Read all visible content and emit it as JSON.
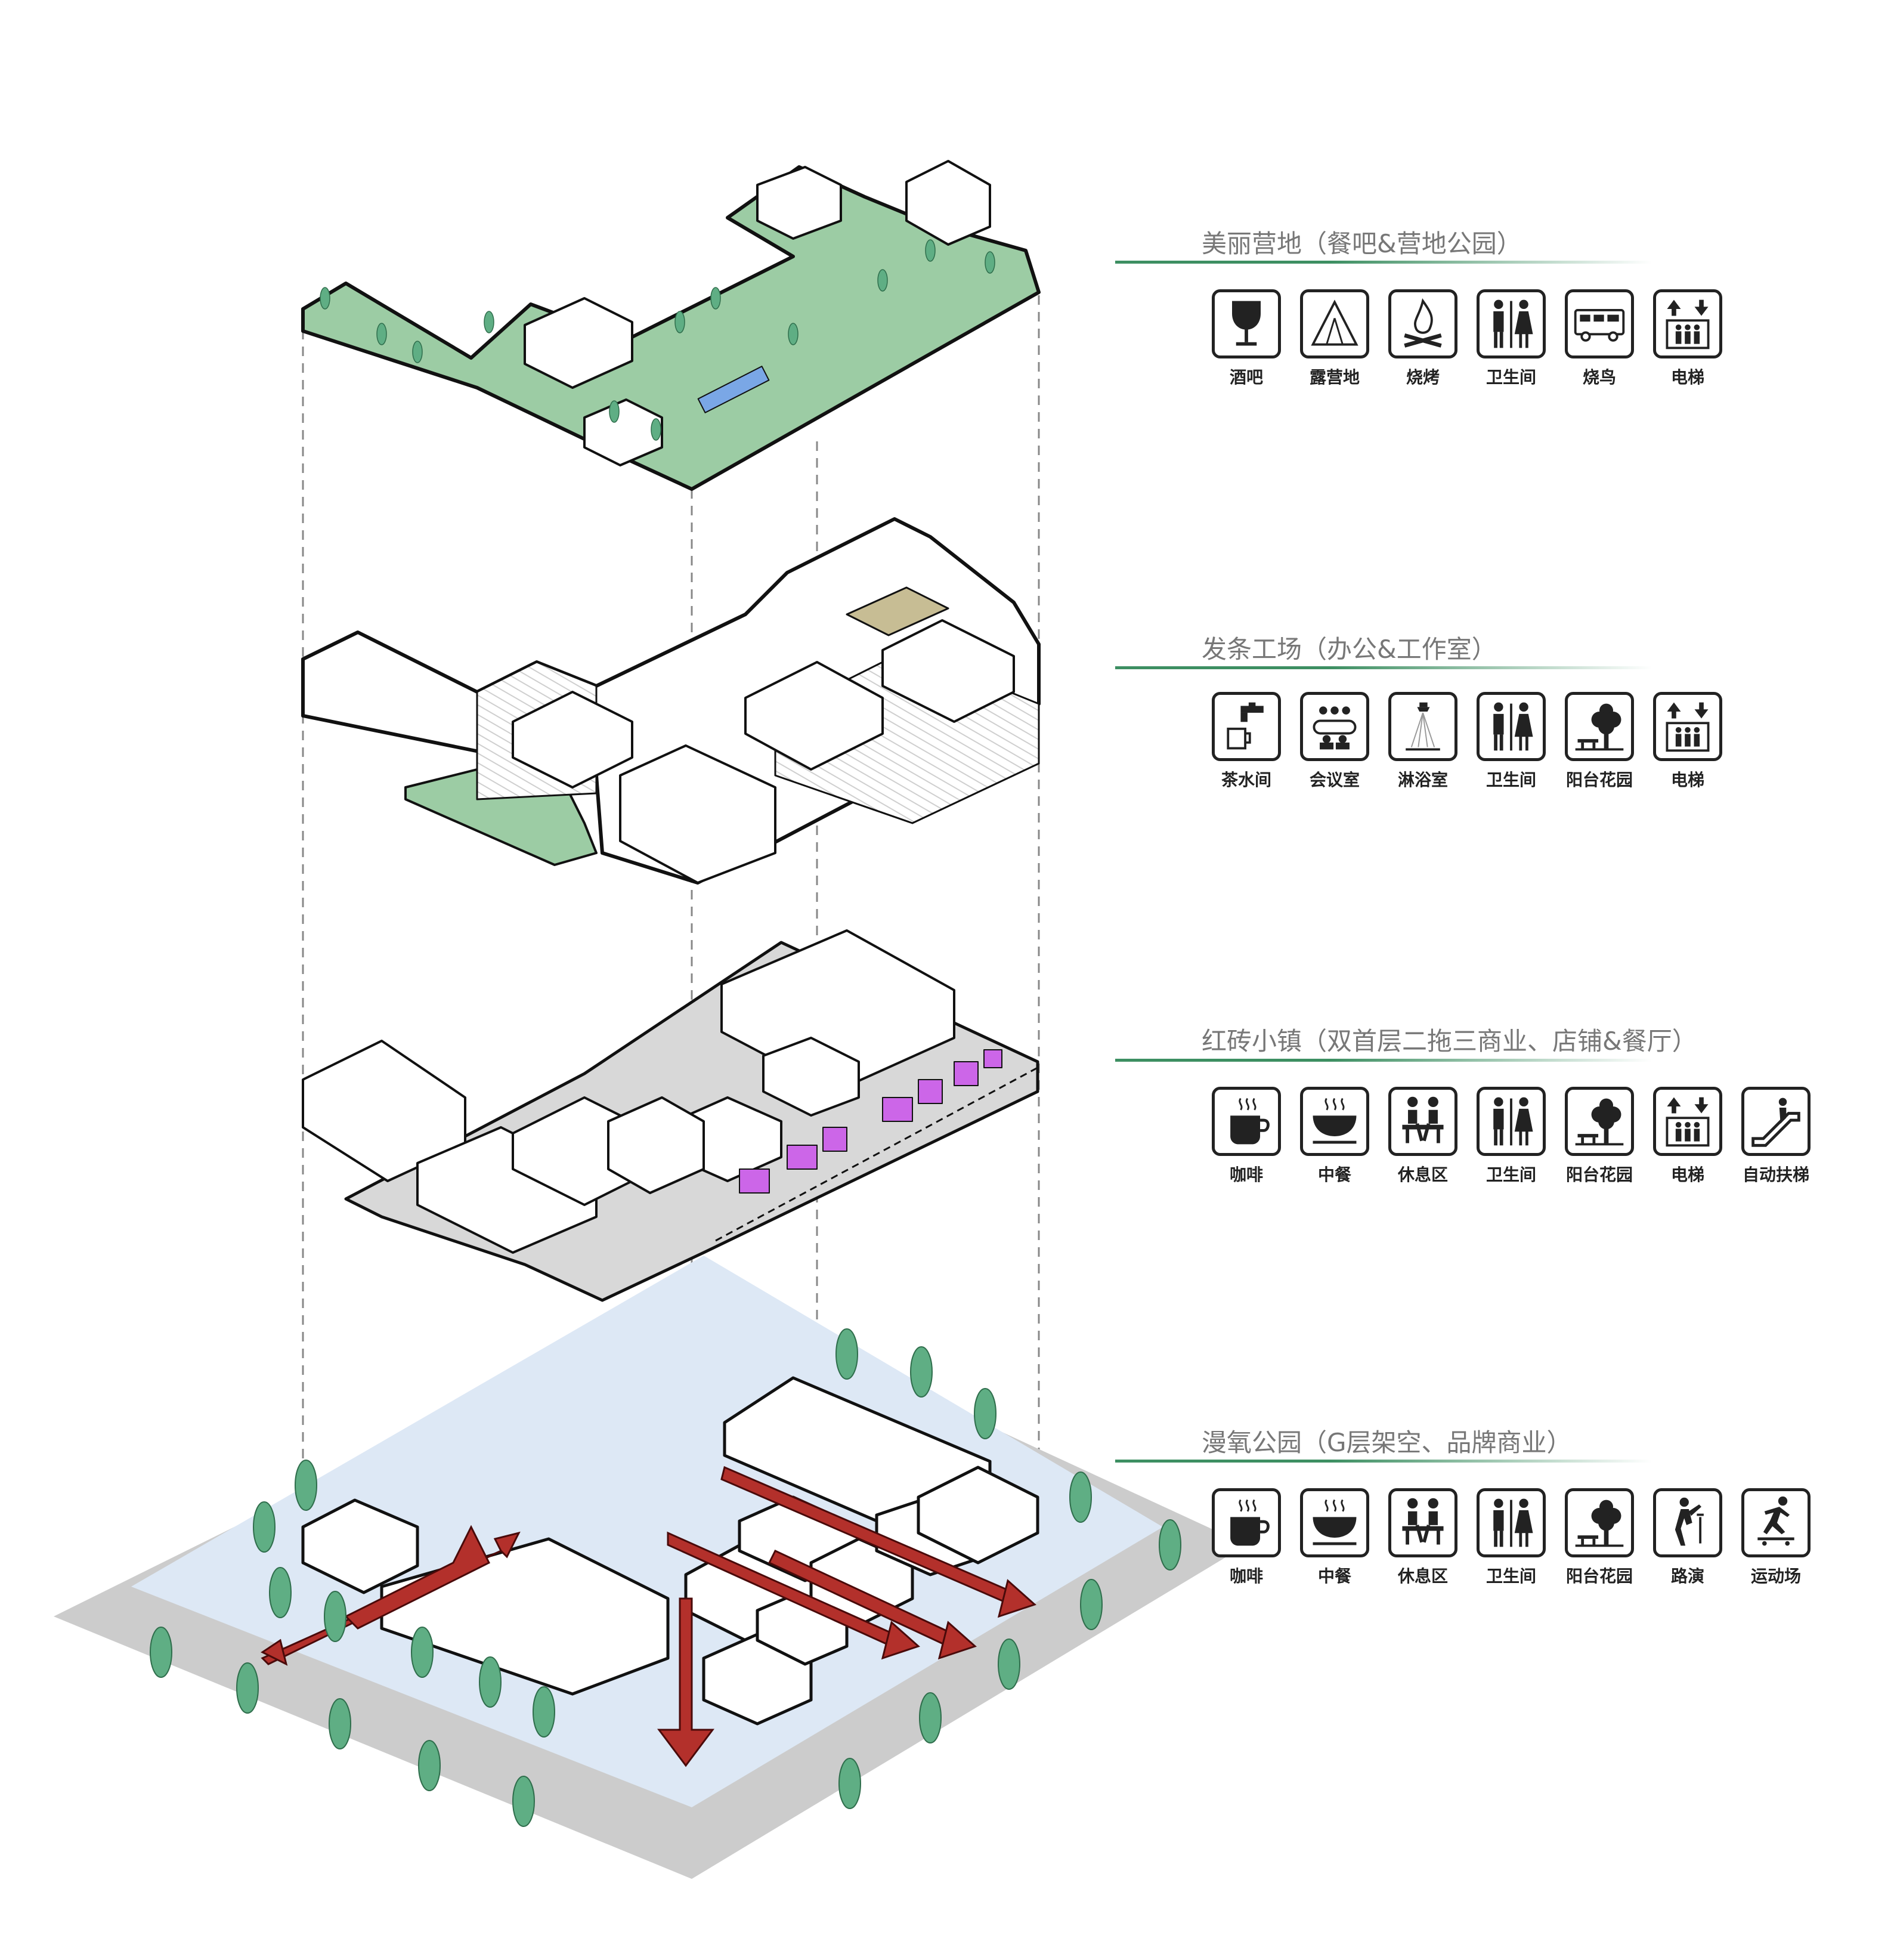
{
  "colors": {
    "accent_green": "#3d8f62",
    "roof_green": "#9ccca4",
    "plaza_blue": "#dde8f5",
    "road_gray": "#cccccc",
    "arrow_red": "#b3302b",
    "shop_purple": "#cc66e8",
    "tree_green": "#5fae84"
  },
  "layers": [
    {
      "title": "美丽营地（餐吧&营地公园）",
      "icons": [
        {
          "label": "酒吧",
          "icon": "wine-glass-icon"
        },
        {
          "label": "露营地",
          "icon": "tent-icon"
        },
        {
          "label": "烧烤",
          "icon": "campfire-icon"
        },
        {
          "label": "卫生间",
          "icon": "restroom-icon"
        },
        {
          "label": "烧鸟",
          "icon": "camper-van-icon"
        },
        {
          "label": "电梯",
          "icon": "elevator-icon"
        }
      ]
    },
    {
      "title": "发条工场（办公&工作室）",
      "icons": [
        {
          "label": "茶水间",
          "icon": "water-tap-icon"
        },
        {
          "label": "会议室",
          "icon": "meeting-icon"
        },
        {
          "label": "淋浴室",
          "icon": "shower-icon"
        },
        {
          "label": "卫生间",
          "icon": "restroom-icon"
        },
        {
          "label": "阳台花园",
          "icon": "tree-bench-icon"
        },
        {
          "label": "电梯",
          "icon": "elevator-icon"
        }
      ]
    },
    {
      "title": "红砖小镇（双首层二拖三商业、店铺&餐厅）",
      "icons": [
        {
          "label": "咖啡",
          "icon": "coffee-icon"
        },
        {
          "label": "中餐",
          "icon": "bowl-icon"
        },
        {
          "label": "休息区",
          "icon": "seating-icon"
        },
        {
          "label": "卫生间",
          "icon": "restroom-icon"
        },
        {
          "label": "阳台花园",
          "icon": "tree-bench-icon"
        },
        {
          "label": "电梯",
          "icon": "elevator-icon"
        },
        {
          "label": "自动扶梯",
          "icon": "escalator-icon"
        }
      ]
    },
    {
      "title": "漫氧公园（G层架空、品牌商业）",
      "icons": [
        {
          "label": "咖啡",
          "icon": "coffee-icon"
        },
        {
          "label": "中餐",
          "icon": "bowl-icon"
        },
        {
          "label": "休息区",
          "icon": "seating-icon"
        },
        {
          "label": "卫生间",
          "icon": "restroom-icon"
        },
        {
          "label": "阳台花园",
          "icon": "tree-bench-icon"
        },
        {
          "label": "路演",
          "icon": "performer-icon"
        },
        {
          "label": "运动场",
          "icon": "skateboard-icon"
        }
      ]
    }
  ]
}
